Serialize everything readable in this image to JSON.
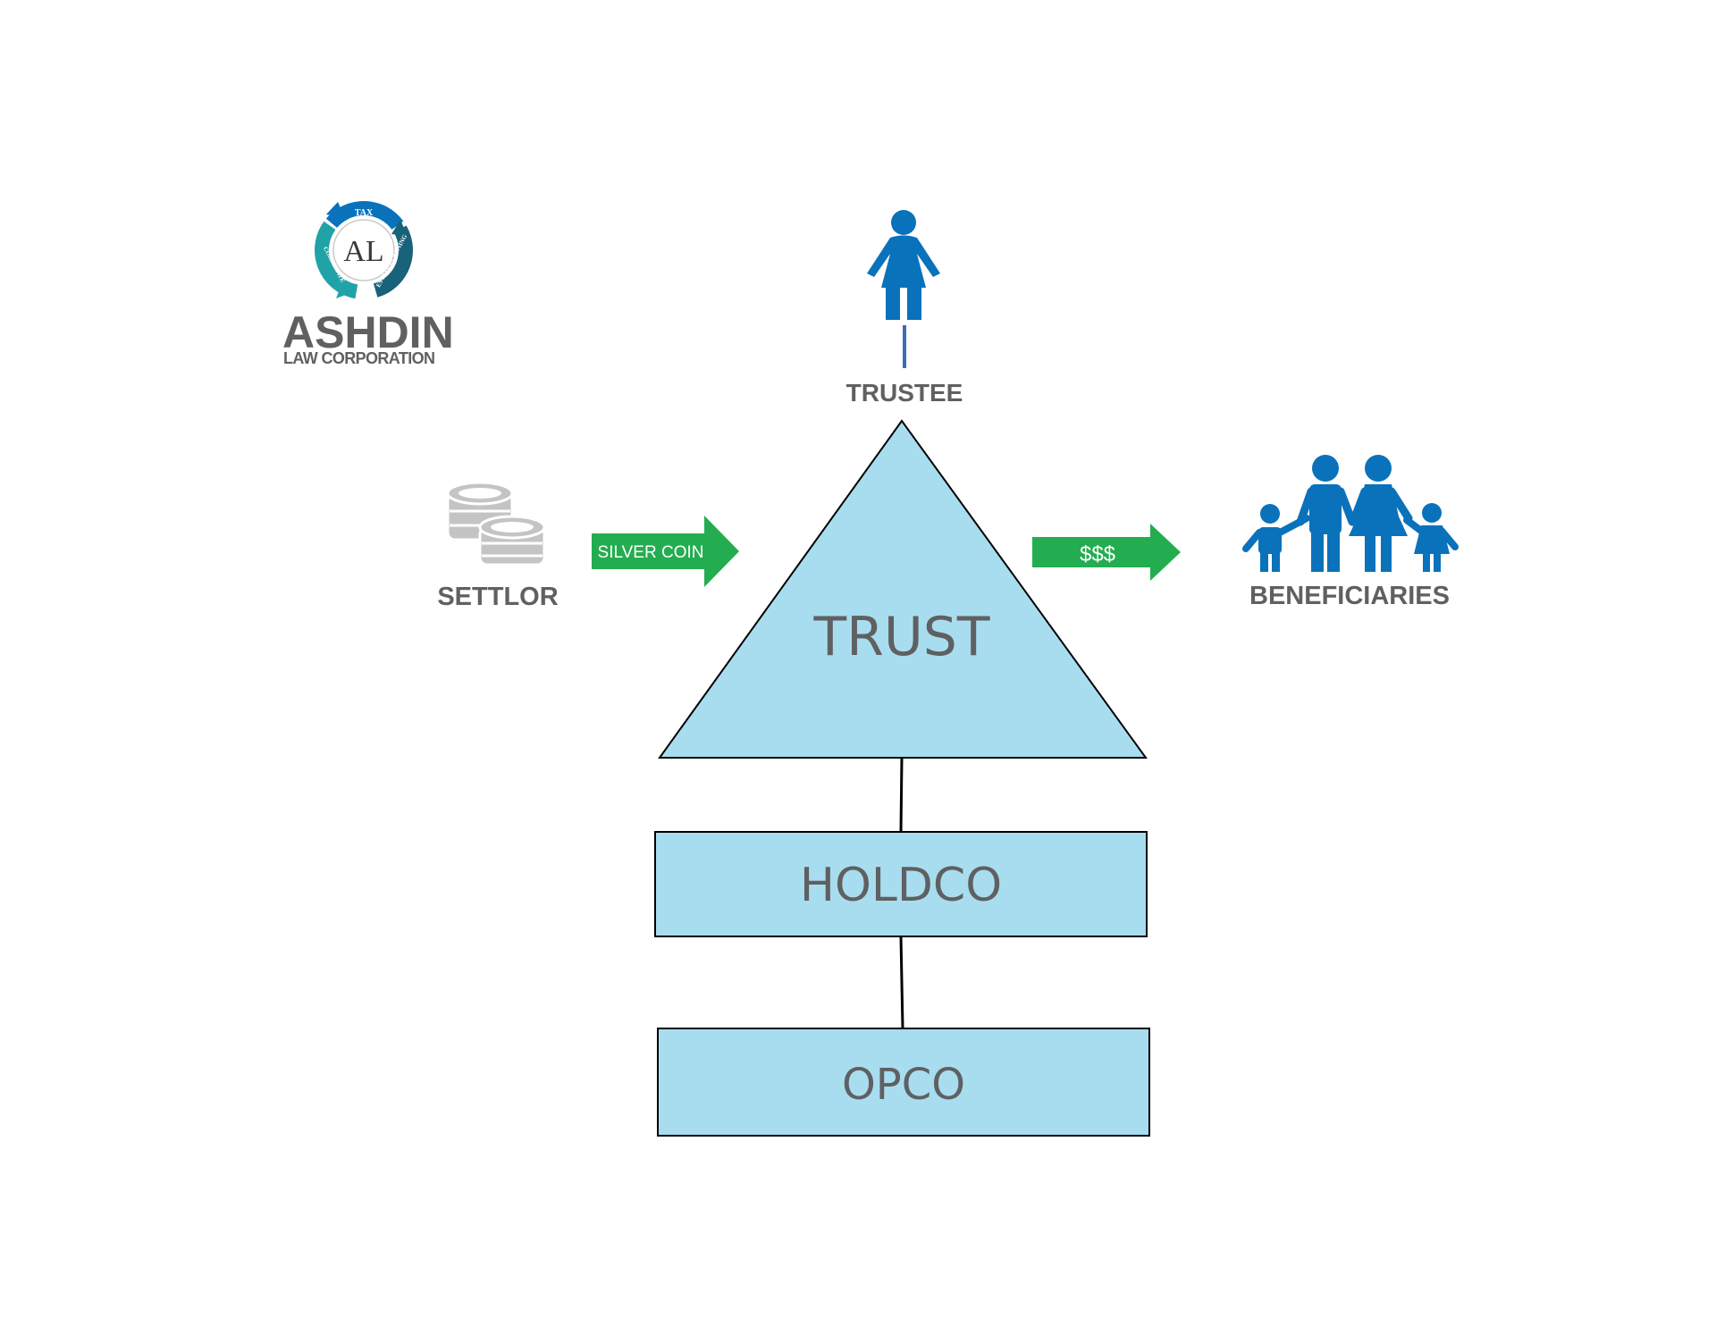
{
  "logo": {
    "name": "ASHDIN",
    "sub": "LAW CORPORATION",
    "monogram": "AL",
    "ring_words": [
      "TAX",
      "ESTATE PLANNING",
      "CORPORATE"
    ],
    "icon": "circular-arrows-logo-icon"
  },
  "trustee": {
    "label": "TRUSTEE",
    "icon": "woman-person-icon"
  },
  "settlor": {
    "label": "SETTLOR",
    "icon": "coin-stack-icon"
  },
  "beneficiaries": {
    "label": "BENEFICIARIES",
    "icon": "family-icon"
  },
  "arrows": {
    "in_label": "SILVER COIN",
    "out_label": "$$$"
  },
  "entities": {
    "trust": "TRUST",
    "holdco": "HOLDCO",
    "opco": "OPCO"
  },
  "colors": {
    "shape_fill": "#a8ddef",
    "arrow_green": "#23ad50",
    "icon_blue": "#0a72bb",
    "text_gray": "#5f6062",
    "coin_gray": "#c4c4c4",
    "teal": "#20a3a7",
    "dark_teal": "#18627a",
    "line_blue": "#3b6db5"
  }
}
